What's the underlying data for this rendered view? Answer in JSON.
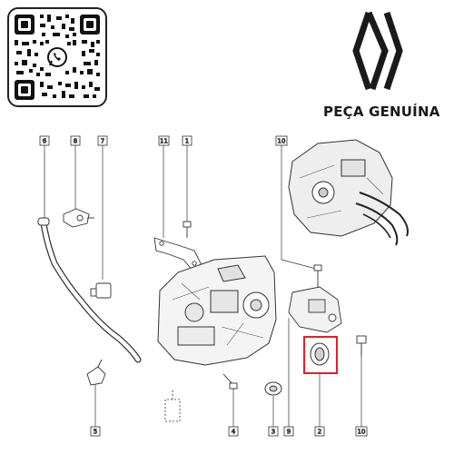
{
  "brand": {
    "label": "PEÇA GENUÍNA"
  },
  "callouts": [
    {
      "id": "c6",
      "number": "6"
    },
    {
      "id": "c8",
      "number": "8"
    },
    {
      "id": "c7",
      "number": "7"
    },
    {
      "id": "c11",
      "number": "11"
    },
    {
      "id": "c1",
      "number": "1"
    },
    {
      "id": "c10top",
      "number": "10"
    },
    {
      "id": "c9",
      "number": "9"
    },
    {
      "id": "c5",
      "number": "5"
    },
    {
      "id": "c4",
      "number": "4"
    },
    {
      "id": "c3",
      "number": "3"
    },
    {
      "id": "c2",
      "number": "2"
    },
    {
      "id": "c10bot",
      "number": "10"
    }
  ],
  "colors": {
    "highlight": "#e0202a",
    "line": "#333333",
    "logo": "#1a1a1a"
  },
  "icons": {
    "qr": "qr-code-icon",
    "whatsapp": "whatsapp-icon",
    "logo": "renault-logo-icon"
  }
}
